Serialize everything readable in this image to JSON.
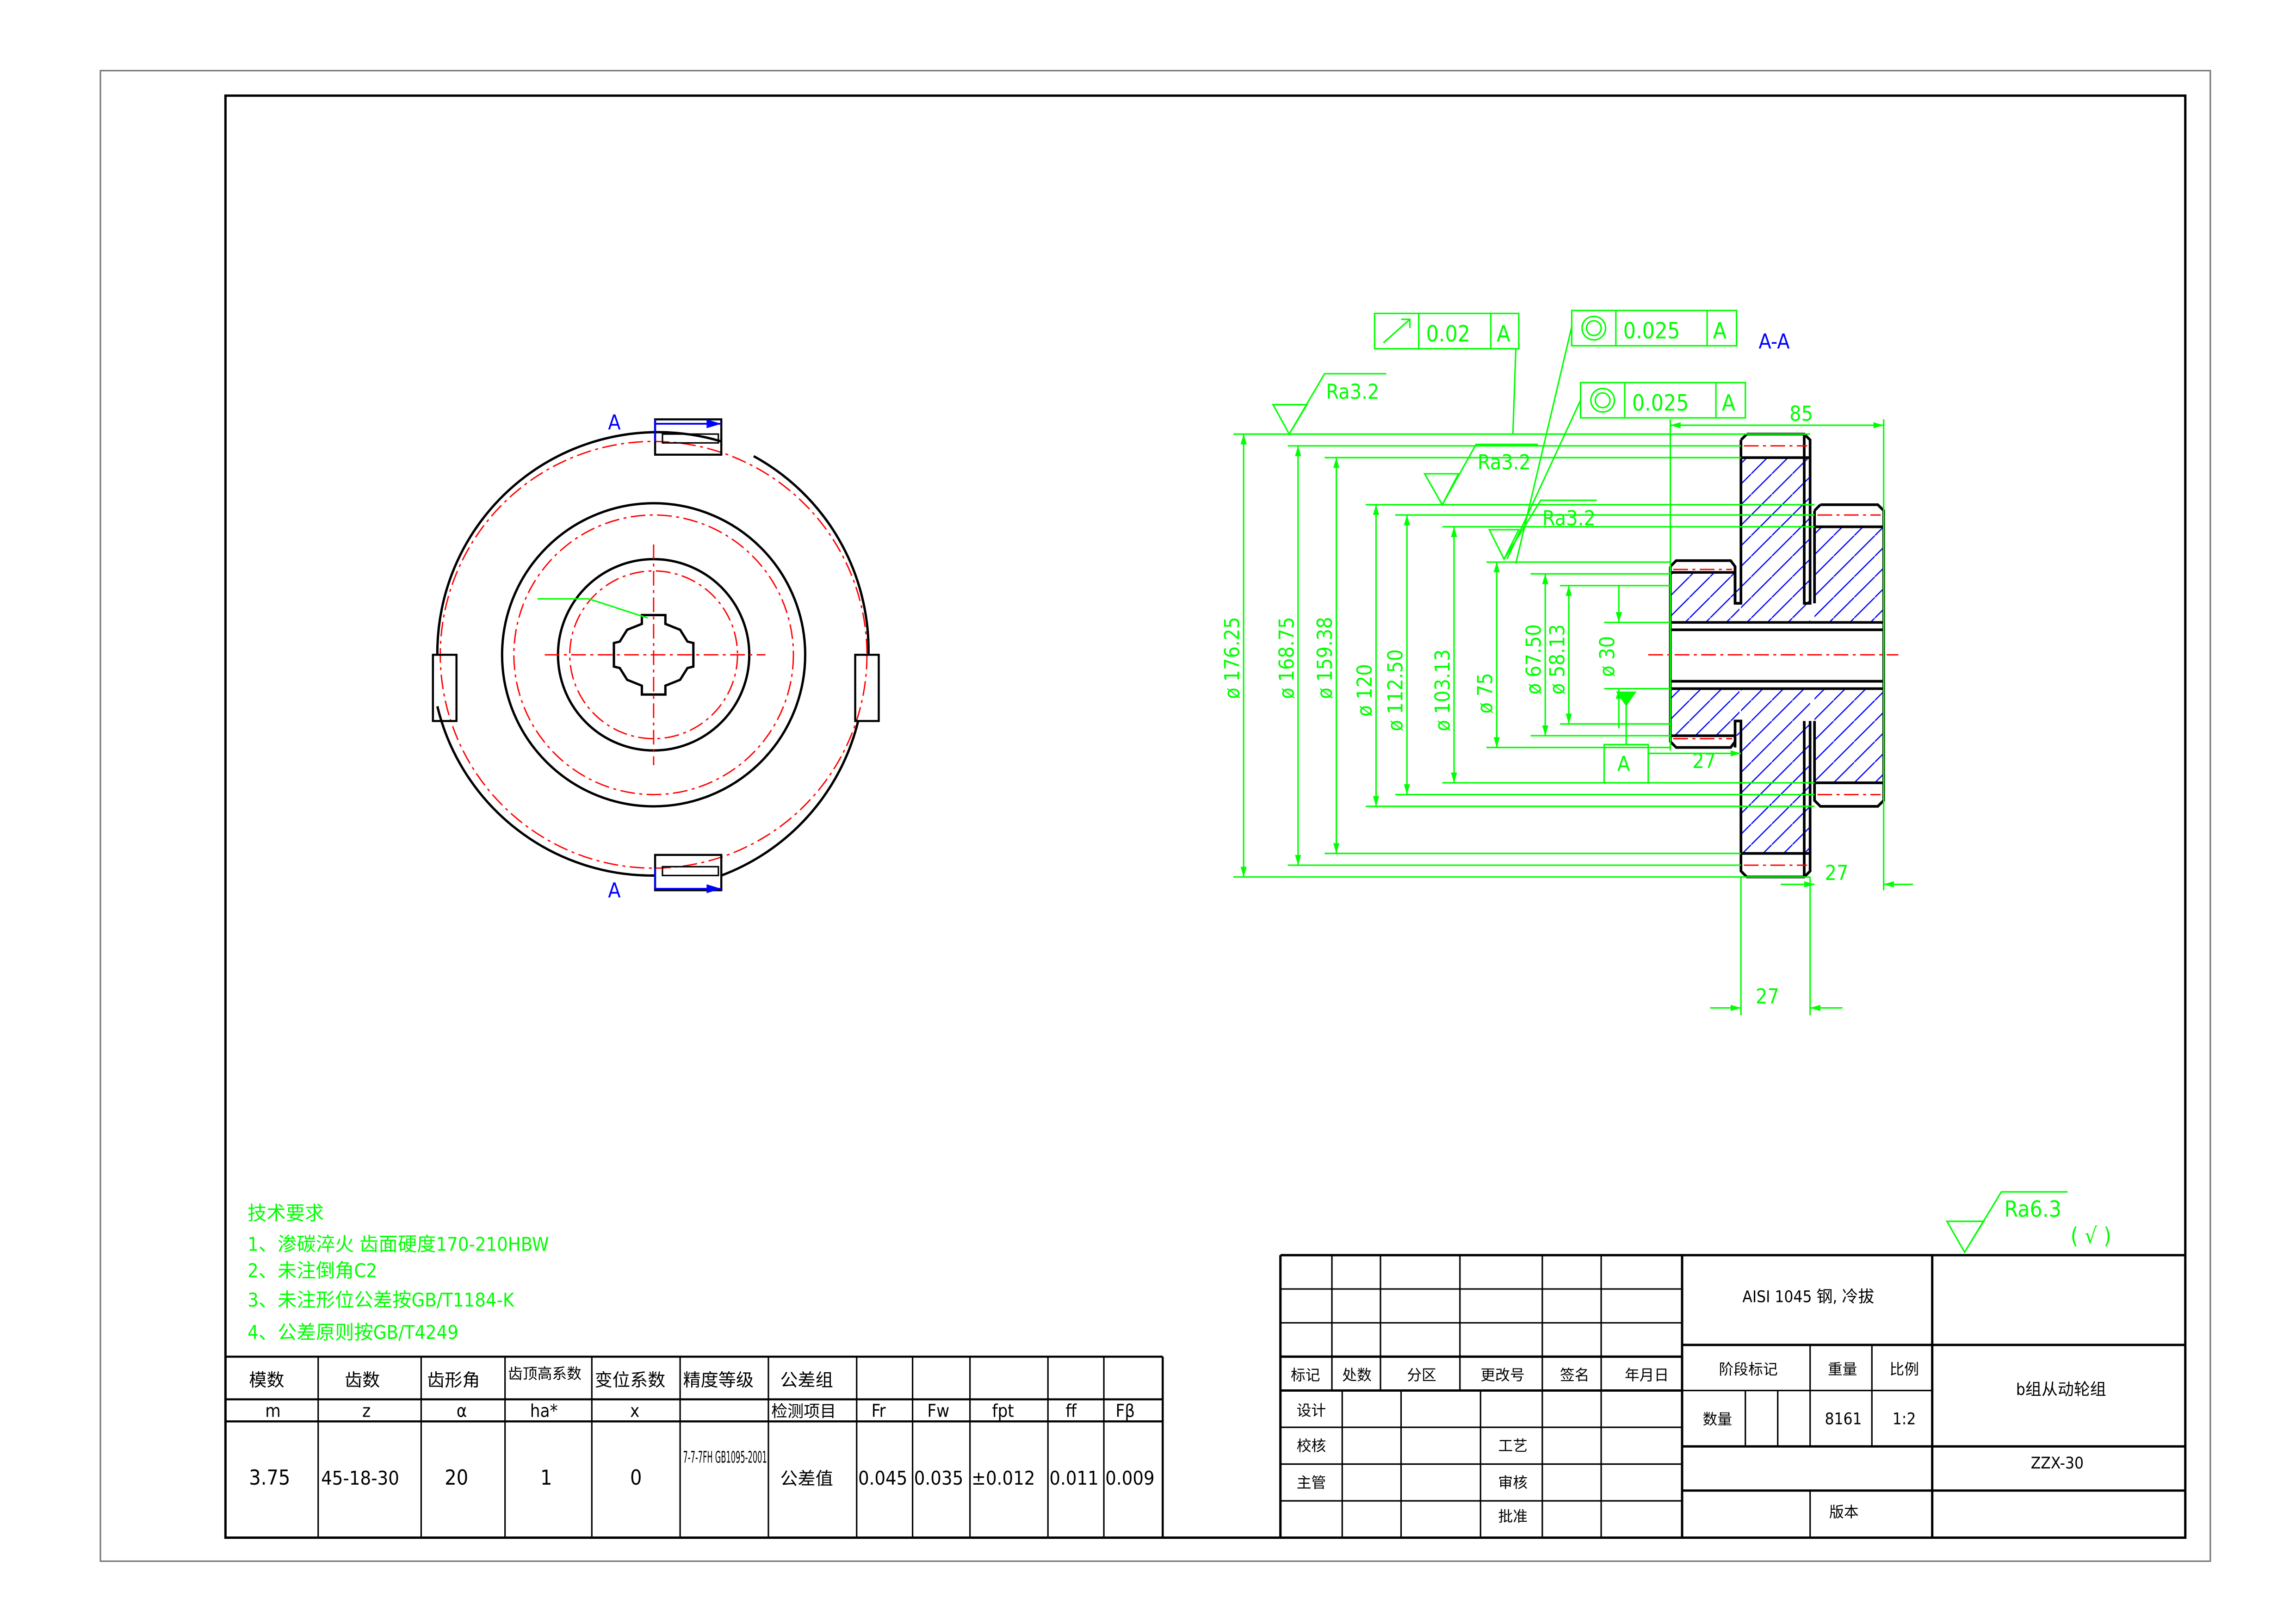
{
  "colors": {
    "dimension": "#00ff00",
    "outline": "#000000",
    "center": "#ff0000",
    "hatch": "#0000ff"
  },
  "front_view": {
    "section_label_top": "A",
    "section_label_bottom": "A"
  },
  "section_view": {
    "title": "A-A",
    "runout": {
      "symbol": "circular-runout-icon",
      "value": "0.02",
      "datum": "A"
    },
    "concentricity1": {
      "symbol": "concentricity-icon",
      "value": "0.025",
      "datum": "A"
    },
    "concentricity2": {
      "symbol": "concentricity-icon",
      "value": "0.025",
      "datum": "A"
    },
    "roughness": [
      "Ra3.2",
      "Ra3.2",
      "Ra3.2"
    ],
    "datum": "A",
    "diameters": [
      "ø 176.25",
      "ø 168.75",
      "ø 159.38",
      "ø 120",
      "ø 112.50",
      "ø 103.13",
      "ø 75",
      "ø 67.50",
      "ø 58.13",
      "ø 30"
    ],
    "lengths": {
      "overall": "85",
      "hub": "27",
      "right_gear": "27",
      "big_gear": "27"
    }
  },
  "general_roughness": {
    "value": "Ra6.3",
    "suffix": "( √ )"
  },
  "tech_requirements": {
    "title": "技术要求",
    "items": [
      "1、渗碳淬火 齿面硬度170-210HBW",
      "2、未注倒角C2",
      "3、未注形位公差按GB/T1184-K",
      "4、公差原则按GB/T4249"
    ]
  },
  "gear_table": {
    "headers": [
      "模数",
      "齿数",
      "齿形角",
      "齿顶高系数",
      "变位系数",
      "精度等级",
      "公差组"
    ],
    "symbols": [
      "m",
      "z",
      "α",
      "ha*",
      "x",
      "",
      "检测项目"
    ],
    "tolerance_items": [
      "Fr",
      "Fw",
      "fpt",
      "ff",
      "Fβ"
    ],
    "values": [
      "3.75",
      "45-18-30",
      "20",
      "1",
      "0",
      "7-7-7FH GB1095-2001",
      "公差值"
    ],
    "tolerance_values": [
      "0.045",
      "0.035",
      "±0.012",
      "0.011",
      "0.009"
    ]
  },
  "title_block": {
    "revision_headers": [
      "标记",
      "处数",
      "分区",
      "更改号",
      "签名",
      "年月日"
    ],
    "roles": [
      "设计",
      "校核",
      "主管"
    ],
    "roles2": [
      "工艺",
      "审核",
      "批准"
    ],
    "material": "AISI 1045 钢, 冷拔",
    "stage_mark": "阶段标记",
    "weight_label": "重量",
    "scale_label": "比例",
    "quantity_label": "数量",
    "weight": "8161",
    "scale": "1:2",
    "version_label": "版本",
    "part_name": "b组从动轮组",
    "drawing_number": "ZZX-30"
  }
}
